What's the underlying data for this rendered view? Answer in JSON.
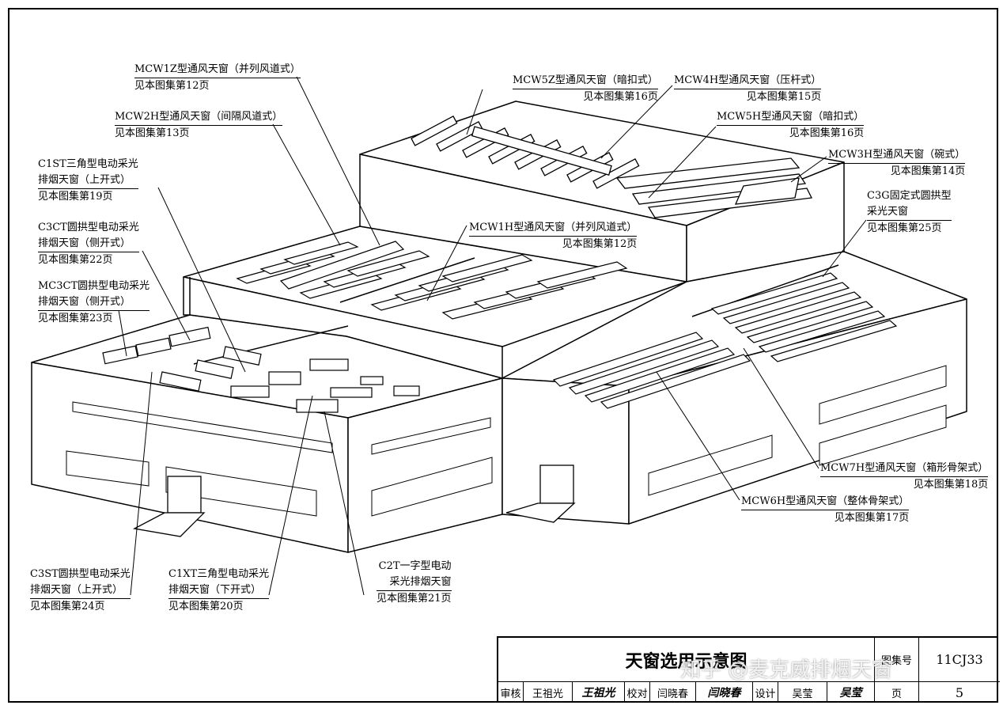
{
  "labels": [
    {
      "id": "mcw1z",
      "lines": [
        "MCW1Z型通风天窗（并列风道式）"
      ],
      "ref": "见本图集第12页"
    },
    {
      "id": "mcw2h",
      "lines": [
        "MCW2H型通风天窗（间隔风道式）"
      ],
      "ref": "见本图集第13页"
    },
    {
      "id": "c1st",
      "lines": [
        "C1ST三角型电动采光",
        "排烟天窗（上开式）"
      ],
      "ref": "见本图集第19页"
    },
    {
      "id": "c3ct",
      "lines": [
        "C3CT圆拱型电动采光",
        "排烟天窗（侧开式）"
      ],
      "ref": "见本图集第22页"
    },
    {
      "id": "mc3ct",
      "lines": [
        "MC3CT圆拱型电动采光",
        "排烟天窗（侧开式）"
      ],
      "ref": "见本图集第23页"
    },
    {
      "id": "mcw5z",
      "lines": [
        "MCW5Z型通风天窗（暗扣式）"
      ],
      "ref": "见本图集第16页"
    },
    {
      "id": "mcw4h",
      "lines": [
        "MCW4H型通风天窗（压杆式）"
      ],
      "ref": "见本图集第15页"
    },
    {
      "id": "mcw5h",
      "lines": [
        "MCW5H型通风天窗（暗扣式）"
      ],
      "ref": "见本图集第16页"
    },
    {
      "id": "mcw3h",
      "lines": [
        "MCW3H型通风天窗（碗式）"
      ],
      "ref": "见本图集第14页"
    },
    {
      "id": "c3g",
      "lines": [
        "C3G固定式圆拱型",
        "采光天窗"
      ],
      "ref": "见本图集第25页"
    },
    {
      "id": "mcw1h",
      "lines": [
        "MCW1H型通风天窗（并列风道式）"
      ],
      "ref": "见本图集第12页"
    },
    {
      "id": "mcw7h",
      "lines": [
        "MCW7H型通风天窗（箱形骨架式）"
      ],
      "ref": "见本图集第18页"
    },
    {
      "id": "mcw6h",
      "lines": [
        "MCW6H型通风天窗（整体骨架式）"
      ],
      "ref": "见本图集第17页"
    },
    {
      "id": "c3st",
      "lines": [
        "C3ST圆拱型电动采光",
        "排烟天窗（上开式）"
      ],
      "ref": "见本图集第24页"
    },
    {
      "id": "c1xt",
      "lines": [
        "C1XT三角型电动采光",
        "排烟天窗（下开式）"
      ],
      "ref": "见本图集第20页"
    },
    {
      "id": "c2t",
      "lines": [
        "C2T一字型电动",
        "采光排烟天窗"
      ],
      "ref": "见本图集第21页"
    }
  ],
  "title_block": {
    "title": "天窗选用示意图",
    "atlas_no_label": "图集号",
    "atlas_no": "11CJ33",
    "review_label": "审核",
    "reviewer": "王祖光",
    "reviewer_sig": "王祖光",
    "check_label": "校对",
    "checker": "闫晓春",
    "checker_sig": "闫晓春",
    "design_label": "设计",
    "designer": "吴莹",
    "designer_sig": "吴莹",
    "page_label": "页",
    "page_no": "5"
  },
  "watermark": "知乎 @麦克威排烟天窗"
}
